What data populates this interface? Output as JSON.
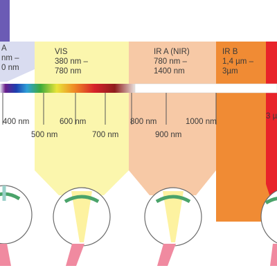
{
  "bands": [
    {
      "id": "uv",
      "lines": [
        "A",
        "nm –",
        "0 nm"
      ],
      "color": "#d9dcf0"
    },
    {
      "id": "vis",
      "lines": [
        "VIS",
        "380 nm –",
        "780 nm"
      ],
      "color": "#fbf6ad"
    },
    {
      "id": "ira",
      "lines": [
        "IR A (NIR)",
        "780 nm –",
        "1400 nm"
      ],
      "color": "#f7c9a6"
    },
    {
      "id": "irb",
      "lines": [
        "IR B",
        "1,4 µm –",
        "3µm"
      ],
      "color": "#f08b34"
    },
    {
      "id": "irc",
      "lines": [
        "3 µ"
      ],
      "color": "#e8232a"
    }
  ],
  "scale": {
    "top_row": [
      "400 nm",
      "600 nm",
      "800 nm",
      "1000 nm"
    ],
    "bottom_row": [
      "500 nm",
      "700 nm",
      "900 nm"
    ]
  },
  "colors": {
    "uv_tab": "#6b5bb5",
    "eye_white": "#ffffff",
    "iris": "#4aa36a",
    "optic_nerve": "#f08aa0",
    "beam": "#fdf2a0"
  }
}
